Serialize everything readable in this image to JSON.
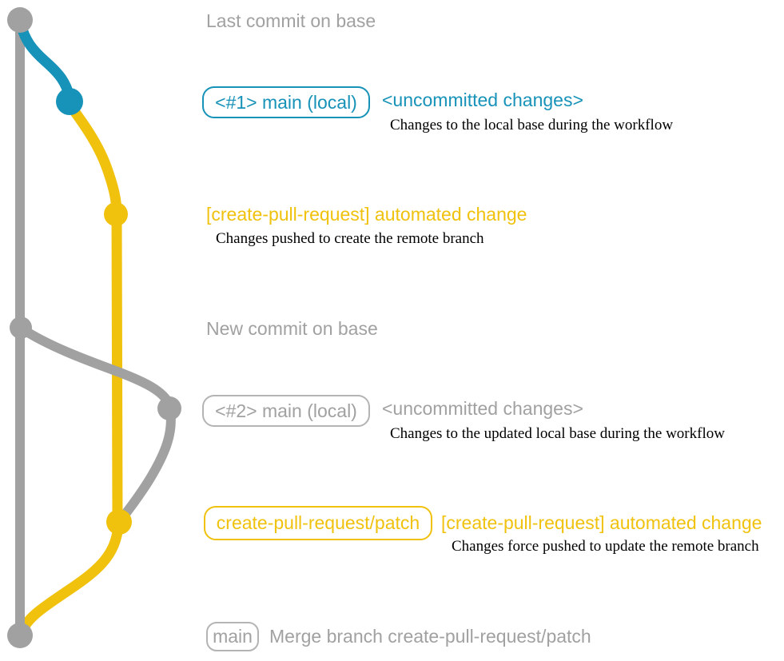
{
  "colors": {
    "teal": "#1792b8",
    "yellow": "#f0c20e",
    "gray": "#a1a1a1",
    "gray_border": "#b4b4b4",
    "ink": "#000000",
    "background": "#ffffff"
  },
  "graph": {
    "branches": [
      {
        "name": "base",
        "color_key": "gray"
      },
      {
        "name": "main (local)",
        "color_key": "teal"
      },
      {
        "name": "create-pull-request/patch",
        "color_key": "yellow"
      }
    ],
    "commits": [
      {
        "id": "last-commit-on-base",
        "branch": "base"
      },
      {
        "id": "uncommitted-changes-1",
        "branch": "main (local)"
      },
      {
        "id": "automated-change-1",
        "branch": "create-pull-request/patch"
      },
      {
        "id": "new-commit-on-base",
        "branch": "base"
      },
      {
        "id": "uncommitted-changes-2",
        "branch": "main (local)"
      },
      {
        "id": "automated-change-2",
        "branch": "create-pull-request/patch"
      },
      {
        "id": "merge-commit",
        "branch": "base"
      }
    ]
  },
  "annotations": {
    "last_commit_heading": "Last commit on base",
    "new_commit_heading": "New commit on base",
    "row1": {
      "branch_label": "<#1> main (local)",
      "title": "<uncommitted changes>",
      "caption": "Changes to the local base during the workflow"
    },
    "row2": {
      "title": "[create-pull-request] automated change",
      "caption": "Changes pushed to create the remote branch"
    },
    "row3": {
      "branch_label": "<#2> main (local)",
      "title": "<uncommitted changes>",
      "caption": "Changes to the updated local base during the workflow"
    },
    "row4": {
      "branch_label": "create-pull-request/patch",
      "title": "[create-pull-request] automated change",
      "caption": "Changes force pushed to update the remote branch"
    },
    "row5": {
      "branch_label": "main",
      "title": "Merge branch create-pull-request/patch"
    }
  }
}
